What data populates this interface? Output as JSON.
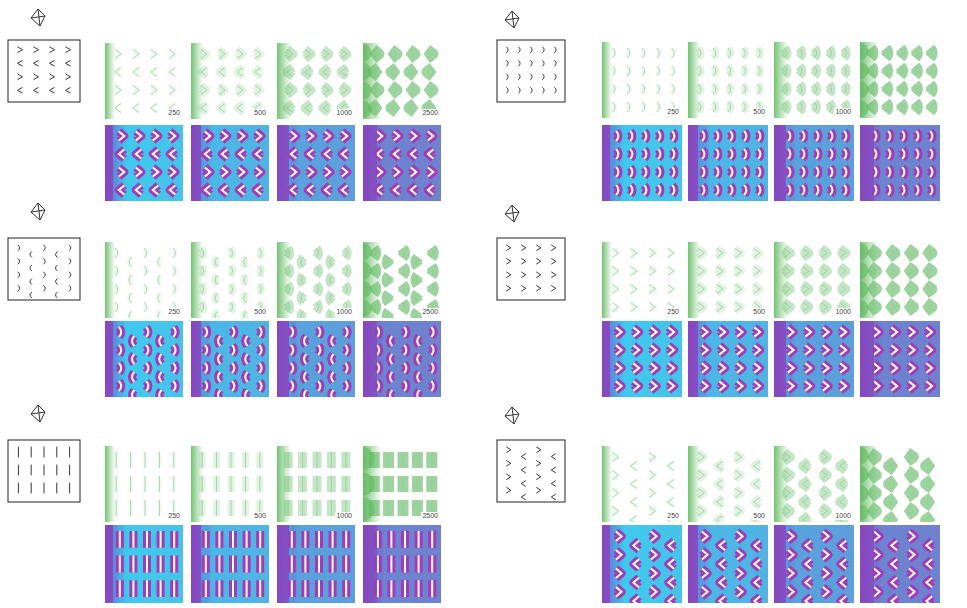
{
  "diagram": {
    "labels": [
      "250",
      "500",
      "1000",
      "2500",
      "250",
      "500",
      "1000",
      "250",
      "500",
      "1000",
      "2500",
      "250",
      "500",
      "1000",
      "250",
      "500",
      "1000",
      "2500",
      "250",
      "500",
      "1000"
    ]
  }
}
